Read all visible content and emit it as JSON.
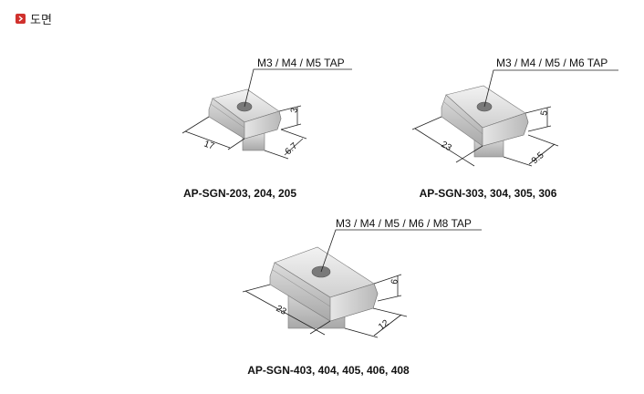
{
  "section": {
    "title": "도면",
    "icon": "chevron-right-icon",
    "accent": "#d0312d"
  },
  "parts": [
    {
      "tap_label": "M3 / M4 / M5 TAP",
      "dims": [
        "17",
        "3",
        "6.7"
      ],
      "caption": "AP-SGN-203, 204, 205"
    },
    {
      "tap_label": "M3 / M4 / M5 / M6 TAP",
      "dims": [
        "23",
        "5",
        "9.5"
      ],
      "caption": "AP-SGN-303, 304, 305, 306"
    },
    {
      "tap_label": "M3 / M4 / M5 / M6 / M8 TAP",
      "dims": [
        "23",
        "6",
        "12"
      ],
      "caption": "AP-SGN-403, 404, 405, 406, 408"
    }
  ]
}
